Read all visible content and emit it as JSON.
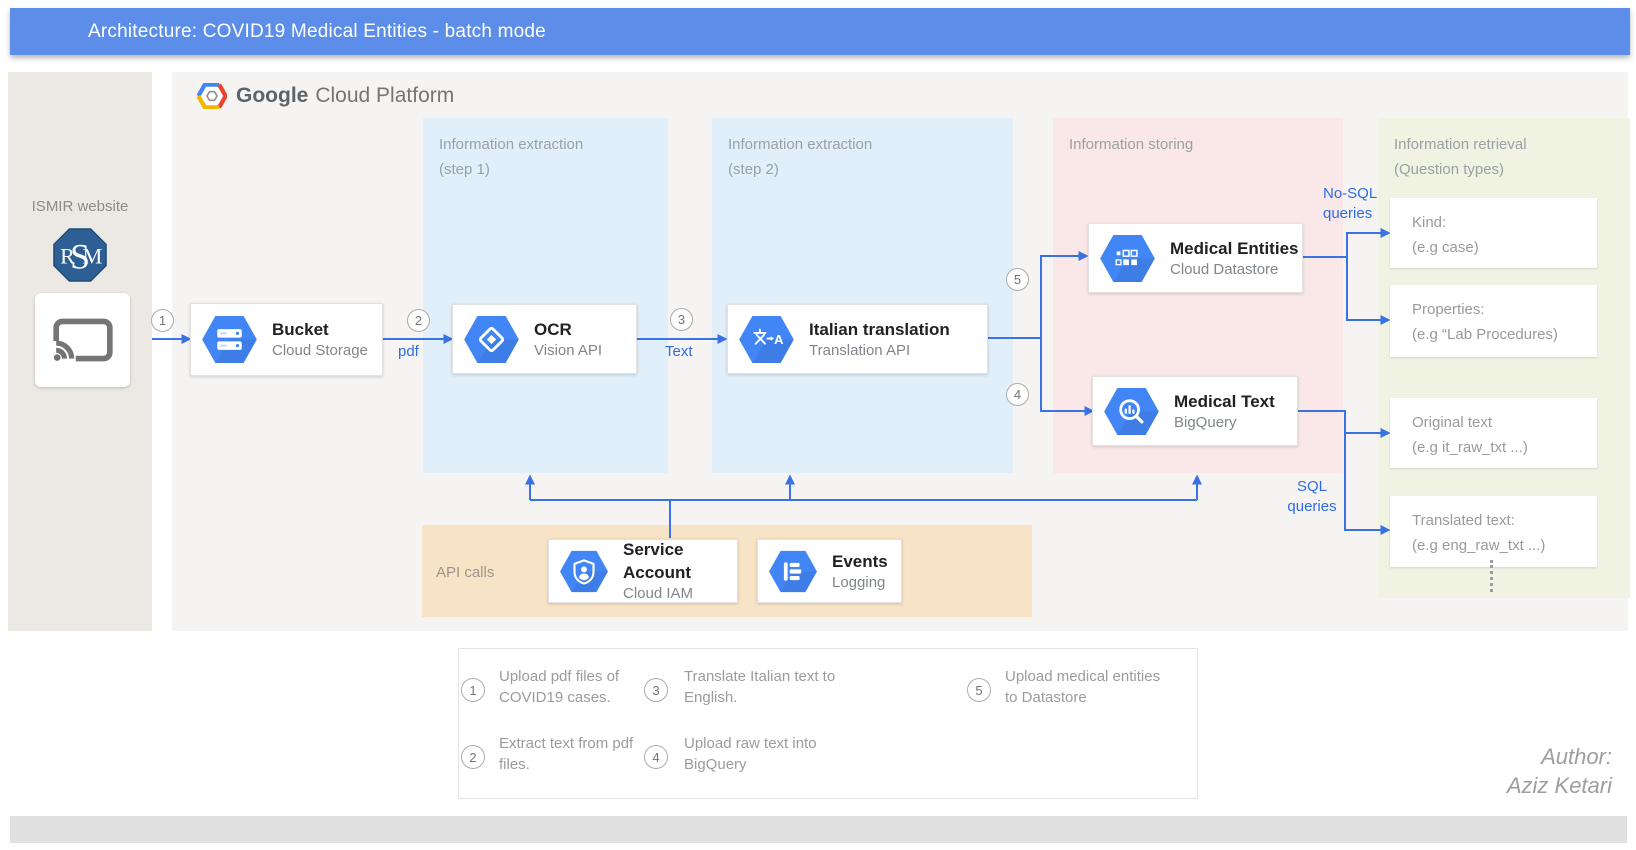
{
  "header": {
    "title": "Architecture: COVID19 Medical Entities - batch mode"
  },
  "gcp_logo": {
    "word1": "Google",
    "word2": "Cloud Platform"
  },
  "sidebar": {
    "label": "ISMIR website",
    "logo_icon": "ism-octagon-logo",
    "monogram": {
      "r": "R",
      "s": "S",
      "m": "M"
    },
    "cast_icon": "cast-icon"
  },
  "panels": {
    "step1": {
      "line1": "Information extraction",
      "line2": "(step 1)"
    },
    "step2": {
      "line1": "Information extraction",
      "line2": "(step 2)"
    },
    "storing": {
      "line1": "Information storing"
    },
    "retrieval": {
      "line1": "Information retrieval",
      "line2": "(Question  types)"
    },
    "api_calls": {
      "label": "API calls"
    }
  },
  "services": {
    "bucket": {
      "title": "Bucket",
      "subtitle": "Cloud Storage",
      "icon": "cloud-storage-icon"
    },
    "ocr": {
      "title": "OCR",
      "subtitle": "Vision API",
      "icon": "vision-api-icon"
    },
    "translation": {
      "title": "Italian translation",
      "subtitle": "Translation API",
      "icon": "translation-api-icon",
      "icon_letter": "A"
    },
    "medical_entities": {
      "title": "Medical Entities",
      "subtitle": "Cloud Datastore",
      "icon": "datastore-icon"
    },
    "medical_text": {
      "title": "Medical Text",
      "subtitle": "BigQuery",
      "icon": "bigquery-icon"
    },
    "service_account": {
      "title": "Service Account",
      "subtitle": "Cloud IAM",
      "icon": "iam-icon"
    },
    "events": {
      "title": "Events",
      "subtitle": "Logging",
      "icon": "logging-icon"
    }
  },
  "edge_labels": {
    "num1": "1",
    "num2": "2",
    "num3": "3",
    "num4": "4",
    "num5": "5",
    "pdf": "pdf",
    "text": "Text",
    "nosql_line1": "No-SQL",
    "nosql_line2": "queries",
    "sql_line1": "SQL",
    "sql_line2": "queries"
  },
  "retrieval_cards": [
    {
      "title": "Kind:",
      "example": "(e.g case)"
    },
    {
      "title": "Properties:",
      "example": "(e.g “Lab Procedures)"
    },
    {
      "title": "Original text",
      "example": "(e.g it_raw_txt ...)"
    },
    {
      "title": "Translated text:",
      "example": "(e.g eng_raw_txt ...)"
    }
  ],
  "legend": {
    "items": [
      {
        "num": "1",
        "text": "Upload pdf files of COVID19 cases."
      },
      {
        "num": "2",
        "text": "Extract text from pdf files."
      },
      {
        "num": "3",
        "text": "Translate Italian text to English."
      },
      {
        "num": "4",
        "text": "Upload raw text into BigQuery"
      },
      {
        "num": "5",
        "text": "Upload medical entities to Datastore"
      }
    ]
  },
  "author": {
    "line1": "Author:",
    "line2": "Aziz Ketari"
  },
  "colors": {
    "header_blue": "#5C8DE9",
    "arrow_blue": "#3B72E3",
    "hexagon_blue": "#4285F4",
    "panel_blue": "#E1EFFA",
    "panel_pink": "#FAE8E9",
    "panel_green": "#F0F3E2",
    "panel_tan": "#F7E3C6",
    "sidebar_beige": "#ECE8E3",
    "canvas_gray": "#F5F4F2"
  }
}
